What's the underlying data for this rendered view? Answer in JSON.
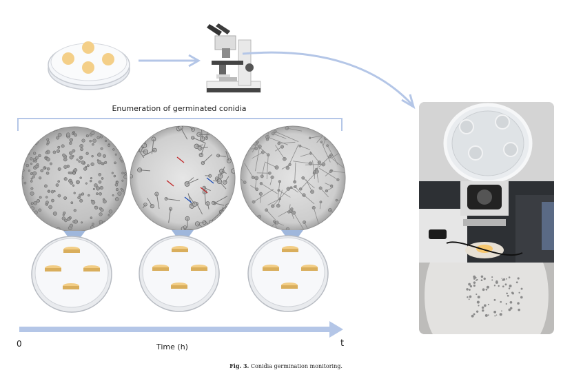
{
  "figure": {
    "enumeration_label": "Enumeration of germinated conidia",
    "time_axis": {
      "start_label": "0",
      "end_label": "t",
      "axis_label": "Time (h)"
    },
    "caption": {
      "prefix": "Fig. 3.",
      "text": "Conidia germination monitoring."
    }
  },
  "colors": {
    "arrow": "#b4c6e7",
    "agar_plug": "#f2cd85",
    "plug_side": "#d9ae5c",
    "dish_rim": "#c9ccd2",
    "zoom_cone": "#9fb7dc"
  }
}
